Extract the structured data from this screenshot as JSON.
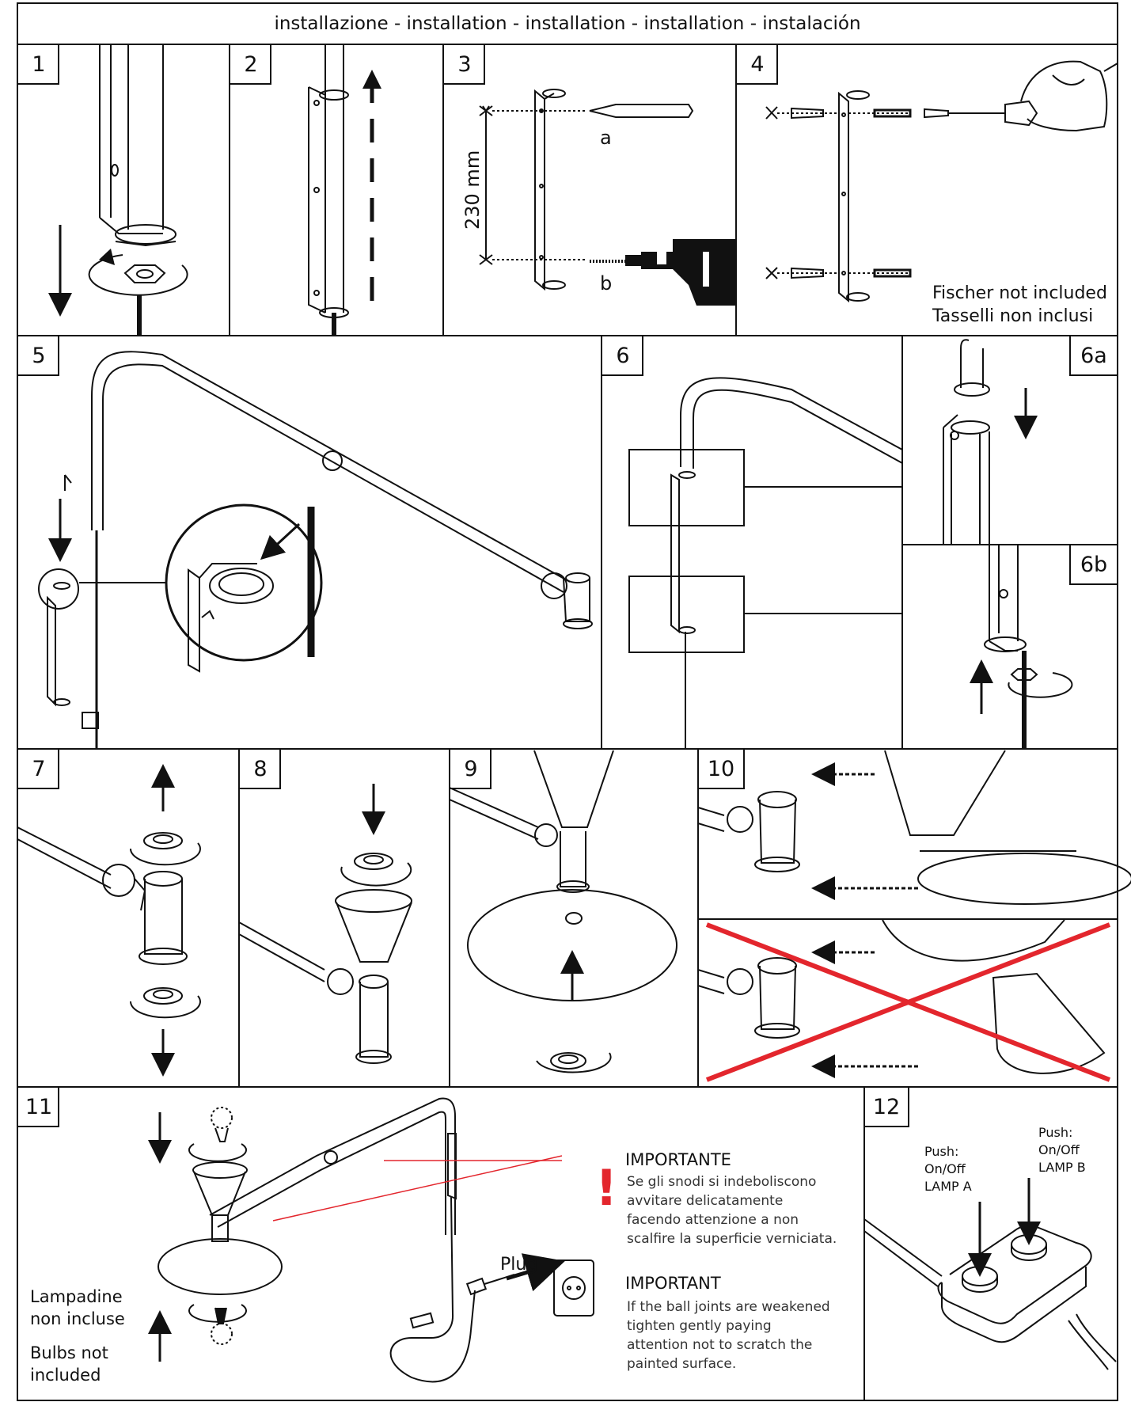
{
  "header": {
    "title": "installazione - installation - installation - installation - instalación"
  },
  "steps": [
    "1",
    "2",
    "3",
    "4",
    "5",
    "6",
    "6a",
    "6b",
    "7",
    "8",
    "9",
    "10",
    "11",
    "12"
  ],
  "step3": {
    "dimension": "230 mm",
    "label_a": "a",
    "label_b": "b"
  },
  "step4": {
    "note_en": "Fischer not included",
    "note_it": "Tasselli non inclusi"
  },
  "step11": {
    "plug_label": "Plug",
    "bulbs_it_line1": "Lampadine",
    "bulbs_it_line2": "non incluse",
    "bulbs_en_line1": "Bulbs not",
    "bulbs_en_line2": "included",
    "warning_mark": "!",
    "importante_title": "IMPORTANTE",
    "importante_lines": [
      "Se gli snodi si indeboliscono",
      "avvitare delicatamente",
      "facendo attenzione a non",
      "scalfire la superficie verniciata."
    ],
    "important_title": "IMPORTANT",
    "important_lines": [
      "If the ball joints are weakened",
      "tighten gently paying",
      "attention not to scratch the",
      "painted surface."
    ]
  },
  "step12": {
    "lamp_a": [
      "Push:",
      "On/Off",
      "LAMP A"
    ],
    "lamp_b": [
      "Push:",
      "On/Off",
      "LAMP B"
    ]
  },
  "colors": {
    "line": "#111111",
    "warning_red": "#e3262d"
  }
}
